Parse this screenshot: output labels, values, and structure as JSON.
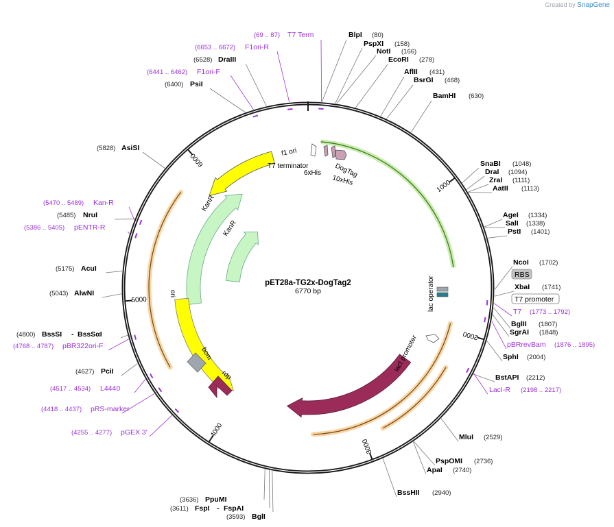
{
  "branding": {
    "prefix": "Created by",
    "name": "SnapGene"
  },
  "map": {
    "title": "pET28a-TG2x-DogTag2",
    "length": "6770 bp",
    "ticks": [
      "1000",
      "2000",
      "3000",
      "4000",
      "5000",
      "6000"
    ]
  },
  "colors": {
    "backbone": "#1a1a1a",
    "primer": "#9b30d9",
    "kanR": "#c8f5c4",
    "ori": "#ffff00",
    "f1ori": "#ffff00",
    "lacI": "#9b2c5a",
    "rop": "#9b2c5a",
    "orange_highlight": "#f2b45a",
    "green_highlight": "#a7e07a"
  },
  "enzymes": [
    {
      "name": "BlpI",
      "pos": "(80)"
    },
    {
      "name": "PspXI",
      "pos": "(158)"
    },
    {
      "name": "NotI",
      "pos": "(166)"
    },
    {
      "name": "EcoRI",
      "pos": "(278)"
    },
    {
      "name": "AflII",
      "pos": "(431)"
    },
    {
      "name": "BsrGI",
      "pos": "(468)"
    },
    {
      "name": "BamHI",
      "pos": "(630)"
    },
    {
      "name": "SnaBI",
      "pos": "(1048)"
    },
    {
      "name": "DraI",
      "pos": "(1094)"
    },
    {
      "name": "ZraI",
      "pos": "(1111)"
    },
    {
      "name": "AatII",
      "pos": "(1113)"
    },
    {
      "name": "AgeI",
      "pos": "(1334)"
    },
    {
      "name": "SalI",
      "pos": "(1338)"
    },
    {
      "name": "PstI",
      "pos": "(1401)"
    },
    {
      "name": "NcoI",
      "pos": "(1702)"
    },
    {
      "name": "XbaI",
      "pos": "(1741)"
    },
    {
      "name": "BglII",
      "pos": "(1807)"
    },
    {
      "name": "SgrAI",
      "pos": "(1848)"
    },
    {
      "name": "SphI",
      "pos": "(2004)"
    },
    {
      "name": "BstAPI",
      "pos": "(2212)"
    },
    {
      "name": "MluI",
      "pos": "(2529)"
    },
    {
      "name": "PspOMI",
      "pos": "(2736)"
    },
    {
      "name": "ApaI",
      "pos": "(2740)"
    },
    {
      "name": "BssHII",
      "pos": "(2940)"
    },
    {
      "name": "BglI",
      "pos": "(3593)"
    },
    {
      "name": "PpuMI",
      "pos": "(3636)"
    },
    {
      "name": "FspI",
      "pos": "(3611)"
    },
    {
      "name": "FspAI",
      "pos": ""
    },
    {
      "name": "PciI",
      "pos": "(4627)"
    },
    {
      "name": "BssSI",
      "pos": "(4800)"
    },
    {
      "name": "BssSαI",
      "pos": ""
    },
    {
      "name": "AlwNI",
      "pos": "(5043)"
    },
    {
      "name": "AcuI",
      "pos": "(5175)"
    },
    {
      "name": "NruI",
      "pos": "(5485)"
    },
    {
      "name": "AsiSI",
      "pos": "(5828)"
    },
    {
      "name": "PsiI",
      "pos": "(6400)"
    },
    {
      "name": "DraIII",
      "pos": "(6528)"
    }
  ],
  "primers": [
    {
      "name": "T7 Term",
      "range": "(69 .. 87)"
    },
    {
      "name": "F1ori-R",
      "range": "(6653 .. 6672)"
    },
    {
      "name": "F1ori-F",
      "range": "(6441 .. 6462)"
    },
    {
      "name": "Kan-R",
      "range": "(5470 .. 5489)"
    },
    {
      "name": "pENTR-R",
      "range": "(5386 .. 5405)"
    },
    {
      "name": "T7",
      "range": "(1773 .. 1792)"
    },
    {
      "name": "pBRrevBam",
      "range": "(1876 .. 1895)"
    },
    {
      "name": "LacI-R",
      "range": "(2198 .. 2217)"
    },
    {
      "name": "pBR322ori-F",
      "range": "(4768 .. 4787)"
    },
    {
      "name": "L4440",
      "range": "(4517 .. 4534)"
    },
    {
      "name": "pRS-marker",
      "range": "(4418 .. 4437)"
    },
    {
      "name": "pGEX 3'",
      "range": "(4255 .. 4277)"
    }
  ],
  "boxed_features": {
    "rbs": "RBS",
    "t7promoter": "T7 promoter"
  },
  "features": {
    "f1ori": "f1 ori",
    "kanR_outer": "KanR",
    "kanR_inner": "KanR",
    "ori": "ori",
    "bom": "bom",
    "rop": "rop",
    "lacI": "lacI",
    "lacI_promoter": "lacI promoter",
    "lac_operator": "lac operator",
    "t7_terminator": "T7 terminator",
    "his6": "6xHis",
    "his10": "10xHis",
    "dogtag": "DogTag"
  }
}
